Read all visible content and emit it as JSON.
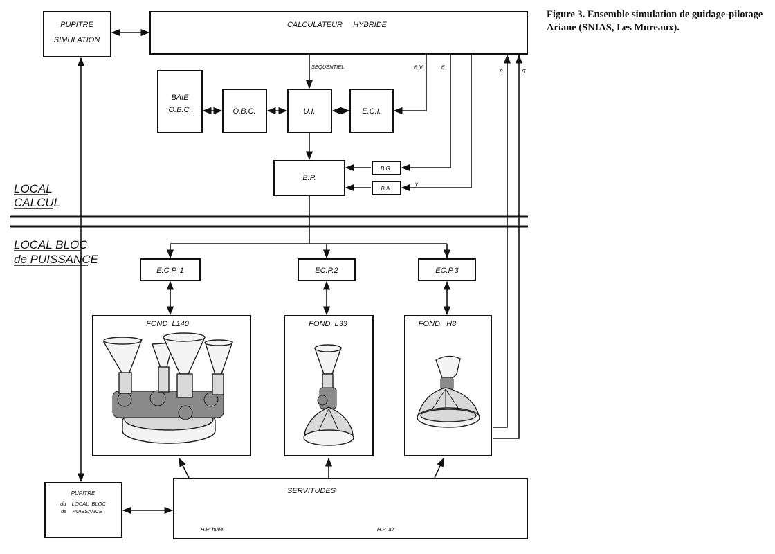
{
  "caption": "Figure 3. Ensemble simulation de guidage-pilotage Ariane (SNIAS, Les Mureaux).",
  "zones": {
    "calcul_line1": "LOCAL",
    "calcul_line2": "CALCUL",
    "bloc_line1": "LOCAL BLOC",
    "bloc_line2": "de PUISSANCE"
  },
  "boxes": {
    "pupitre_sim_1": "PUPITRE",
    "pupitre_sim_2": "SIMULATION",
    "calculateur": "CALCULATEUR     HYBRIDE",
    "baie_1": "BAIE",
    "baie_2": "O.B.C.",
    "obc": "O.B.C.",
    "ui": "U.I.",
    "eci": "E.C.I.",
    "bp": "B.P.",
    "bg": "B.G.",
    "ba": "B.A.",
    "ecp1": "E.C.P. 1",
    "ecp2": "EC.P.2",
    "ecp3": "EC.P.3",
    "fond_l140": "FOND  L140",
    "fond_l33": "FOND  L33",
    "fond_h8": "FOND   H8",
    "pupitre_local_1": "PUPITRE",
    "pupitre_local_2": "du    LOCAL  BLOC",
    "pupitre_local_3": "de    PUISSANCE",
    "servitudes": "SERVITUDES",
    "hp_huile": "H.P  huile",
    "hp_air": "H.P  air"
  },
  "signals": {
    "sequentiel": "SEQUENTIEL",
    "theta_v": "θ,V",
    "theta_dot": "θ̇",
    "gamma": "γ",
    "beta": "β",
    "beta_ddot": "β̈"
  }
}
